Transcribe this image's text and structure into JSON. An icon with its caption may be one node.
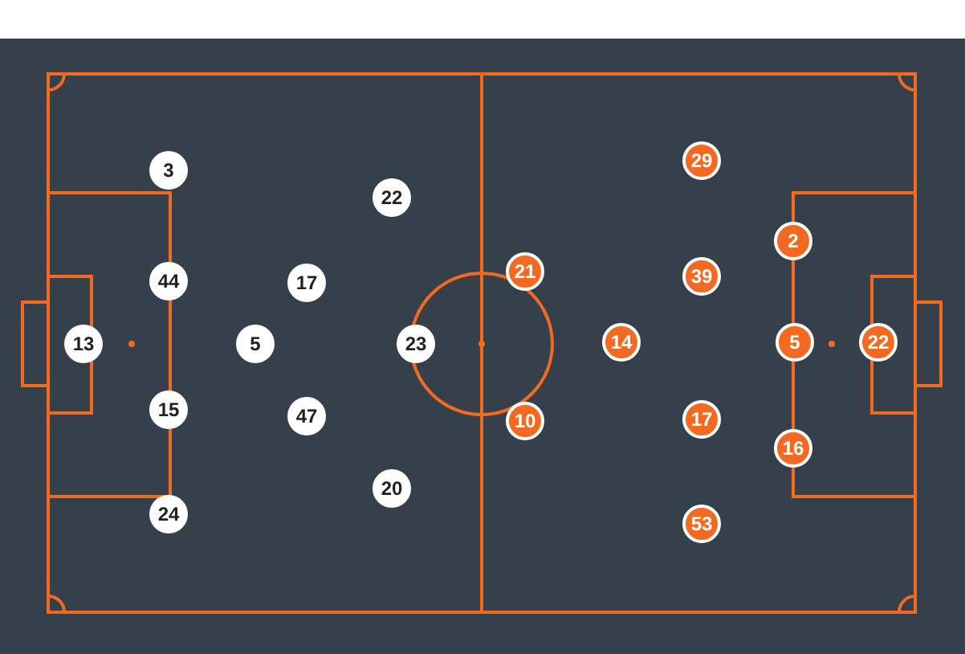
{
  "diagram": {
    "nodes": [
      {
        "text": [
          "13"
        ]
      },
      {
        "text": [
          "3"
        ]
      },
      {
        "text": [
          "44"
        ]
      },
      {
        "text": [
          "15"
        ]
      },
      {
        "text": [
          "24"
        ]
      },
      {
        "text": [
          "5"
        ]
      },
      {
        "text": [
          "17"
        ]
      },
      {
        "text": [
          "47"
        ]
      },
      {
        "text": [
          "22"
        ]
      },
      {
        "text": [
          "23"
        ]
      },
      {
        "text": [
          "20"
        ]
      },
      {
        "text": [
          "21"
        ]
      },
      {
        "text": [
          "10"
        ]
      },
      {
        "text": [
          "14"
        ]
      },
      {
        "text": [
          "29"
        ]
      },
      {
        "text": [
          "39"
        ]
      },
      {
        "text": [
          "17"
        ]
      },
      {
        "text": [
          "53"
        ]
      },
      {
        "text": [
          "2"
        ]
      },
      {
        "text": [
          "5"
        ]
      },
      {
        "text": [
          "16"
        ]
      },
      {
        "text": [
          "22"
        ]
      }
    ]
  }
}
